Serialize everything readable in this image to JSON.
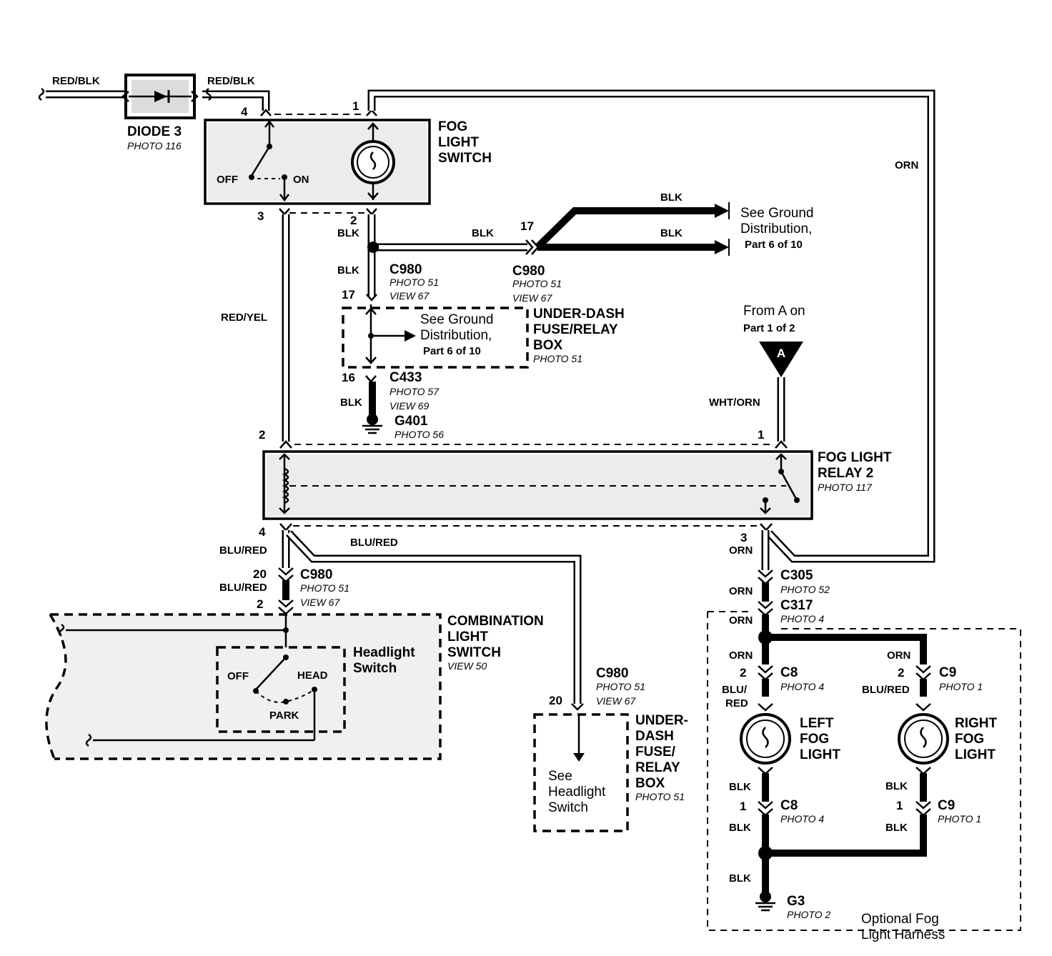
{
  "wire_labels": {
    "red_blk_left": "RED/BLK",
    "red_blk_right": "RED/BLK",
    "orn_right": "ORN",
    "blk_pin2": "BLK",
    "blk_to_17": "BLK",
    "blk_ground_top": "BLK",
    "blk_ground_bottom": "BLK",
    "blk_below_c980": "BLK",
    "red_yel": "RED/YEL",
    "blk_g401": "BLK",
    "wht_orn": "WHT/ORN",
    "blu_red_main": "BLU/RED",
    "blu_red_branch": "BLU/RED",
    "orn_pin3": "ORN",
    "blu_red_c980": "BLU/RED",
    "orn_c305": "ORN",
    "orn_c317": "ORN",
    "orn_left_branch": "ORN",
    "orn_right_branch": "ORN",
    "blu_left_1": "BLU/",
    "blu_left_2": "RED",
    "blu_red_right": "BLU/RED",
    "blk_left_top": "BLK",
    "blk_right_top": "BLK",
    "blk_left_bottom": "BLK",
    "blk_right_bottom": "BLK",
    "blk_g3": "BLK"
  },
  "pins": {
    "fog_sw_4": "4",
    "fog_sw_1": "1",
    "fog_sw_3": "3",
    "fog_sw_2": "2",
    "c980_17_top": "17",
    "c980_17_mid": "17",
    "c433_16": "16",
    "relay_2": "2",
    "relay_1": "1",
    "relay_4": "4",
    "relay_3": "3",
    "c980_20": "20",
    "comb_2": "2",
    "fuse_20": "20",
    "c8_2": "2",
    "c9_2": "2",
    "c8_1": "1",
    "c9_1": "1"
  },
  "components": {
    "diode": {
      "name": "DIODE 3",
      "photo": "PHOTO 116"
    },
    "fog_switch": {
      "line1": "FOG",
      "line2": "LIGHT",
      "line3": "SWITCH",
      "off": "OFF",
      "on": "ON"
    },
    "fog_relay": {
      "line1": "FOG LIGHT",
      "line2": "RELAY 2",
      "photo": "PHOTO 117"
    },
    "fuse_box_top": {
      "line1": "UNDER-DASH",
      "line2": "FUSE/RELAY",
      "line3": "BOX",
      "photo": "PHOTO 51"
    },
    "fuse_box_bottom": {
      "line1": "UNDER-",
      "line2": "DASH",
      "line3": "FUSE/",
      "line4": "RELAY",
      "line5": "BOX",
      "photo": "PHOTO 51"
    },
    "combination_switch": {
      "line1": "COMBINATION",
      "line2": "LIGHT",
      "line3": "SWITCH",
      "view": "VIEW 50"
    },
    "headlight_switch": {
      "line1": "Headlight",
      "line2": "Switch",
      "off": "OFF",
      "head": "HEAD",
      "park": "PARK"
    },
    "left_fog": {
      "line1": "LEFT",
      "line2": "FOG",
      "line3": "LIGHT"
    },
    "right_fog": {
      "line1": "RIGHT",
      "line2": "FOG",
      "line3": "LIGHT"
    },
    "harness": {
      "line1": "Optional Fog",
      "line2": "Light Harness"
    }
  },
  "connectors": {
    "c980_left": {
      "name": "C980",
      "photo": "PHOTO 51",
      "view": "VIEW 67"
    },
    "c980_mid": {
      "name": "C980",
      "photo": "PHOTO 51",
      "view": "VIEW 67"
    },
    "c433": {
      "name": "C433",
      "photo": "PHOTO 57",
      "view": "VIEW 69"
    },
    "c980_blu": {
      "name": "C980",
      "photo": "PHOTO 51",
      "view": "VIEW 67"
    },
    "c980_fuse": {
      "name": "C980",
      "photo": "PHOTO 51",
      "view": "VIEW 67"
    },
    "c305": {
      "name": "C305",
      "photo": "PHOTO 52"
    },
    "c317": {
      "name": "C317",
      "photo": "PHOTO 4"
    },
    "c8_top": {
      "name": "C8",
      "photo": "PHOTO 4"
    },
    "c9_top": {
      "name": "C9",
      "photo": "PHOTO 1"
    },
    "c8_bottom": {
      "name": "C8",
      "photo": "PHOTO 4"
    },
    "c9_bottom": {
      "name": "C9",
      "photo": "PHOTO 1"
    }
  },
  "grounds": {
    "g401": {
      "name": "G401",
      "photo": "PHOTO 56"
    },
    "g3": {
      "name": "G3",
      "photo": "PHOTO 2"
    }
  },
  "notes": {
    "ground_dist_right": {
      "line1": "See Ground",
      "line2": "Distribution,",
      "line3": "Part 6 of 10"
    },
    "ground_dist_box": {
      "line1": "See Ground",
      "line2": "Distribution,",
      "line3": "Part 6 of 10"
    },
    "from_a": {
      "line1": "From A on",
      "line2": "Part 1 of 2",
      "marker": "A"
    },
    "see_headlight": {
      "line1": "See",
      "line2": "Headlight",
      "line3": "Switch"
    }
  }
}
